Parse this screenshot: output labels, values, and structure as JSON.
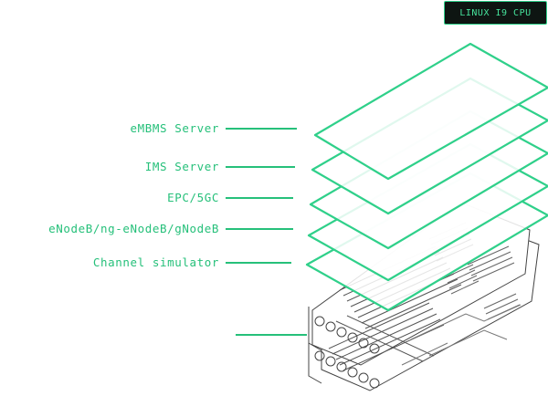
{
  "badge": {
    "text": "LINUX I9 CPU"
  },
  "labels": [
    {
      "text": "eMBMS Server"
    },
    {
      "text": "IMS Server"
    },
    {
      "text": "EPC/5GC"
    },
    {
      "text": "eNodeB/ng-eNodeB/gNodeB"
    },
    {
      "text": "Channel simulator"
    }
  ],
  "colors": {
    "accent": "#2fd08a",
    "board_line": "#444444",
    "badge_bg": "#0e1512"
  },
  "icons": {
    "board": "pcie-board-illustration"
  }
}
